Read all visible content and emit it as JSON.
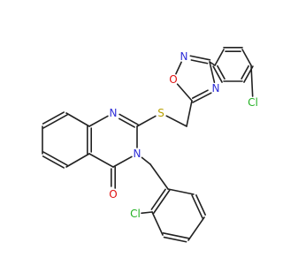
{
  "colors": {
    "bond": "#222222",
    "nitrogen": "#2f2fd8",
    "oxygen": "#e01010",
    "sulfur": "#b8a000",
    "chlorine": "#22b022",
    "background": "#ffffff"
  },
  "atoms": [
    {
      "id": "N_top",
      "label": "N",
      "element": "nitrogen"
    },
    {
      "id": "N_ring",
      "label": "N",
      "element": "nitrogen"
    },
    {
      "id": "O_carbonyl",
      "label": "O",
      "element": "oxygen"
    },
    {
      "id": "S_thio",
      "label": "S",
      "element": "sulfur"
    },
    {
      "id": "O_ox",
      "label": "O",
      "element": "oxygen"
    },
    {
      "id": "N_ox_top",
      "label": "N",
      "element": "nitrogen"
    },
    {
      "id": "N_ox_bottom",
      "label": "N",
      "element": "nitrogen"
    },
    {
      "id": "Cl_right",
      "label": "Cl",
      "element": "chlorine"
    },
    {
      "id": "Cl_bottom",
      "label": "Cl",
      "element": "chlorine"
    }
  ]
}
